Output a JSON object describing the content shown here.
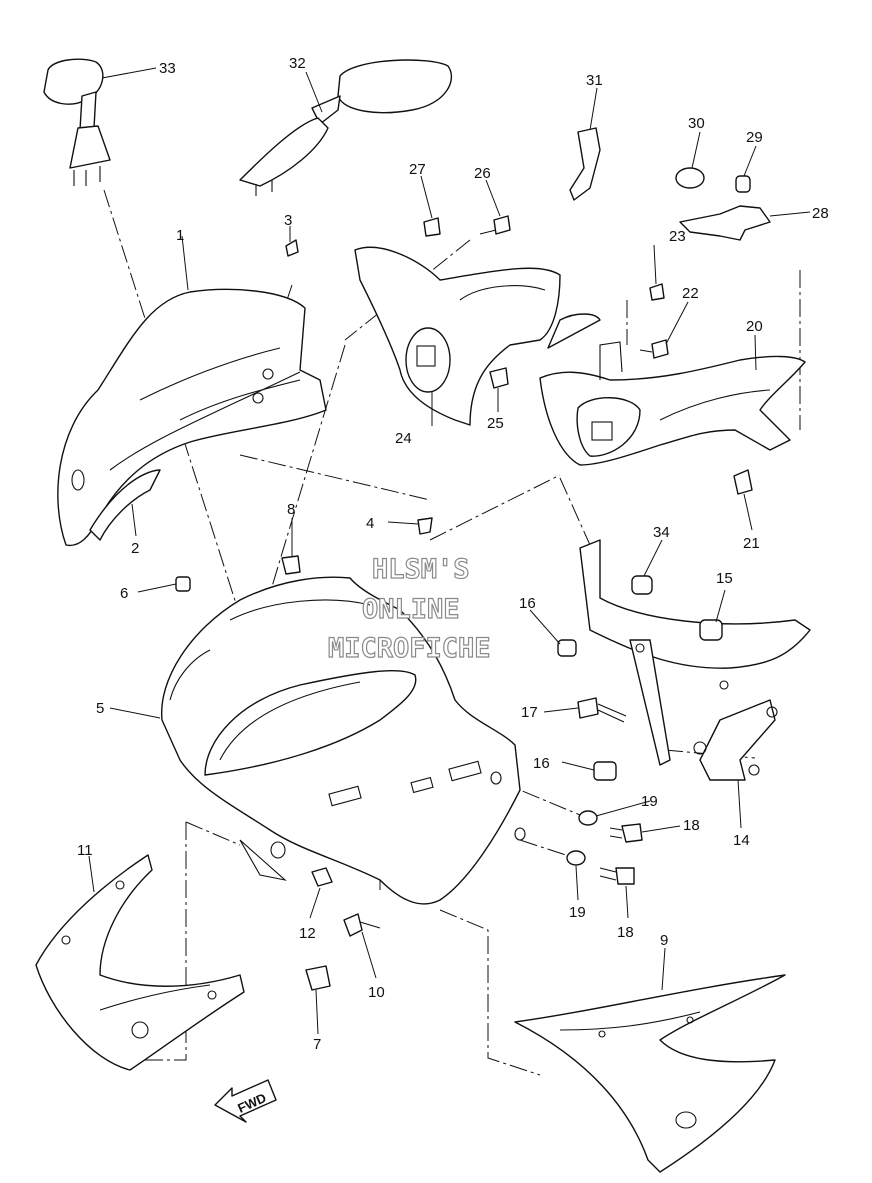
{
  "diagram": {
    "callouts": [
      "1",
      "2",
      "3",
      "4",
      "5",
      "6",
      "7",
      "8",
      "9",
      "10",
      "11",
      "12",
      "14",
      "15",
      "16",
      "16",
      "17",
      "18",
      "18",
      "19",
      "19",
      "20",
      "21",
      "22",
      "23",
      "24",
      "25",
      "26",
      "27",
      "28",
      "29",
      "30",
      "31",
      "32",
      "33",
      "34"
    ],
    "watermark": [
      "HLSM'S",
      "ONLINE",
      "MICROFICHE"
    ],
    "fwd_label": "FWD"
  }
}
